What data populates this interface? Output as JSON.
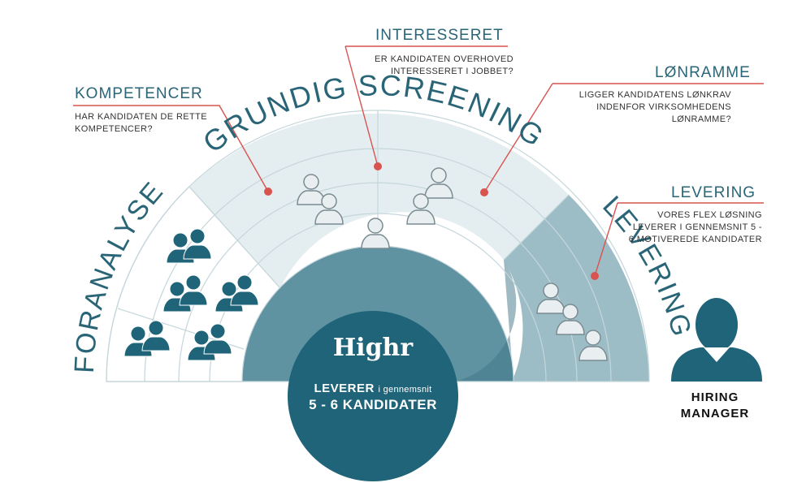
{
  "arc_titles": {
    "foranalyse": "FORANALYSE",
    "screening": "GRUNDIG SCREENING",
    "levering": "LEVERING"
  },
  "callouts": [
    {
      "key": "kompetencer",
      "title": "KOMPETENCER",
      "text": "HAR KANDIDATEN DE RETTE KOMPETENCER?"
    },
    {
      "key": "interesseret",
      "title": "INTERESSERET",
      "text": "ER KANDIDATEN OVERHOVED INTERESSERET I JOBBET?"
    },
    {
      "key": "lonramme",
      "title": "LØNRAMME",
      "text": "LIGGER KANDIDATENS LØNKRAV INDENFOR VIRKSOMHEDENS LØNRAMME?"
    },
    {
      "key": "levering",
      "title": "LEVERING",
      "text": "VORES FLEX LØSNING LEVERER I GENNEMSNIT 5 - 6 MOTIVEREDE KANDIDATER"
    }
  ],
  "center": {
    "brand": "Highr",
    "line1_bold": "LEVERER",
    "line1_small": "i gennemsnit",
    "line2": "5 - 6 KANDIDATER"
  },
  "hiring_manager": {
    "line1": "HIRING",
    "line2": "MANAGER"
  },
  "colors": {
    "teal_dark": "#1f6478",
    "teal_mid": "#5f93a2",
    "teal_light": "#9dbdc6",
    "pale": "#e4eef1",
    "accent_red": "#d9534f",
    "text_teal": "#2a6577"
  }
}
